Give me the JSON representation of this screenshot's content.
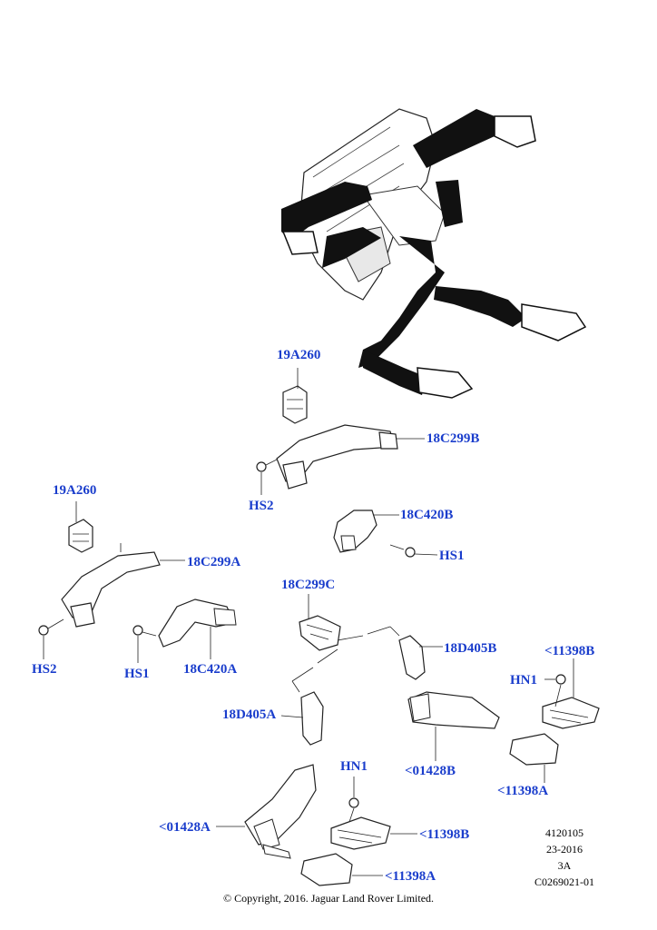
{
  "labels": {
    "19A260_top": "19A260",
    "18C299B": "18C299B",
    "HS2_top": "HS2",
    "18C420B": "18C420B",
    "HS1_right": "HS1",
    "19A260_left": "19A260",
    "18C299A": "18C299A",
    "HS2_left": "HS2",
    "HS1_left": "HS1",
    "18C420A": "18C420A",
    "18C299C": "18C299C",
    "18D405B": "18D405B",
    "11398B_top": "<11398B",
    "HN1_right": "HN1",
    "01428B": "<01428B",
    "11398A_right": "<11398A",
    "18D405A": "18D405A",
    "HN1_bottom": "HN1",
    "01428A": "<01428A",
    "11398B_bottom": "<11398B",
    "11398A_bottom": "<11398A"
  },
  "meta": {
    "line1": "4120105",
    "line2": "23-2016",
    "line3": "3A",
    "line4": "C0269021-01"
  },
  "copyright": "© Copyright, 2016. Jaguar Land Rover Limited."
}
